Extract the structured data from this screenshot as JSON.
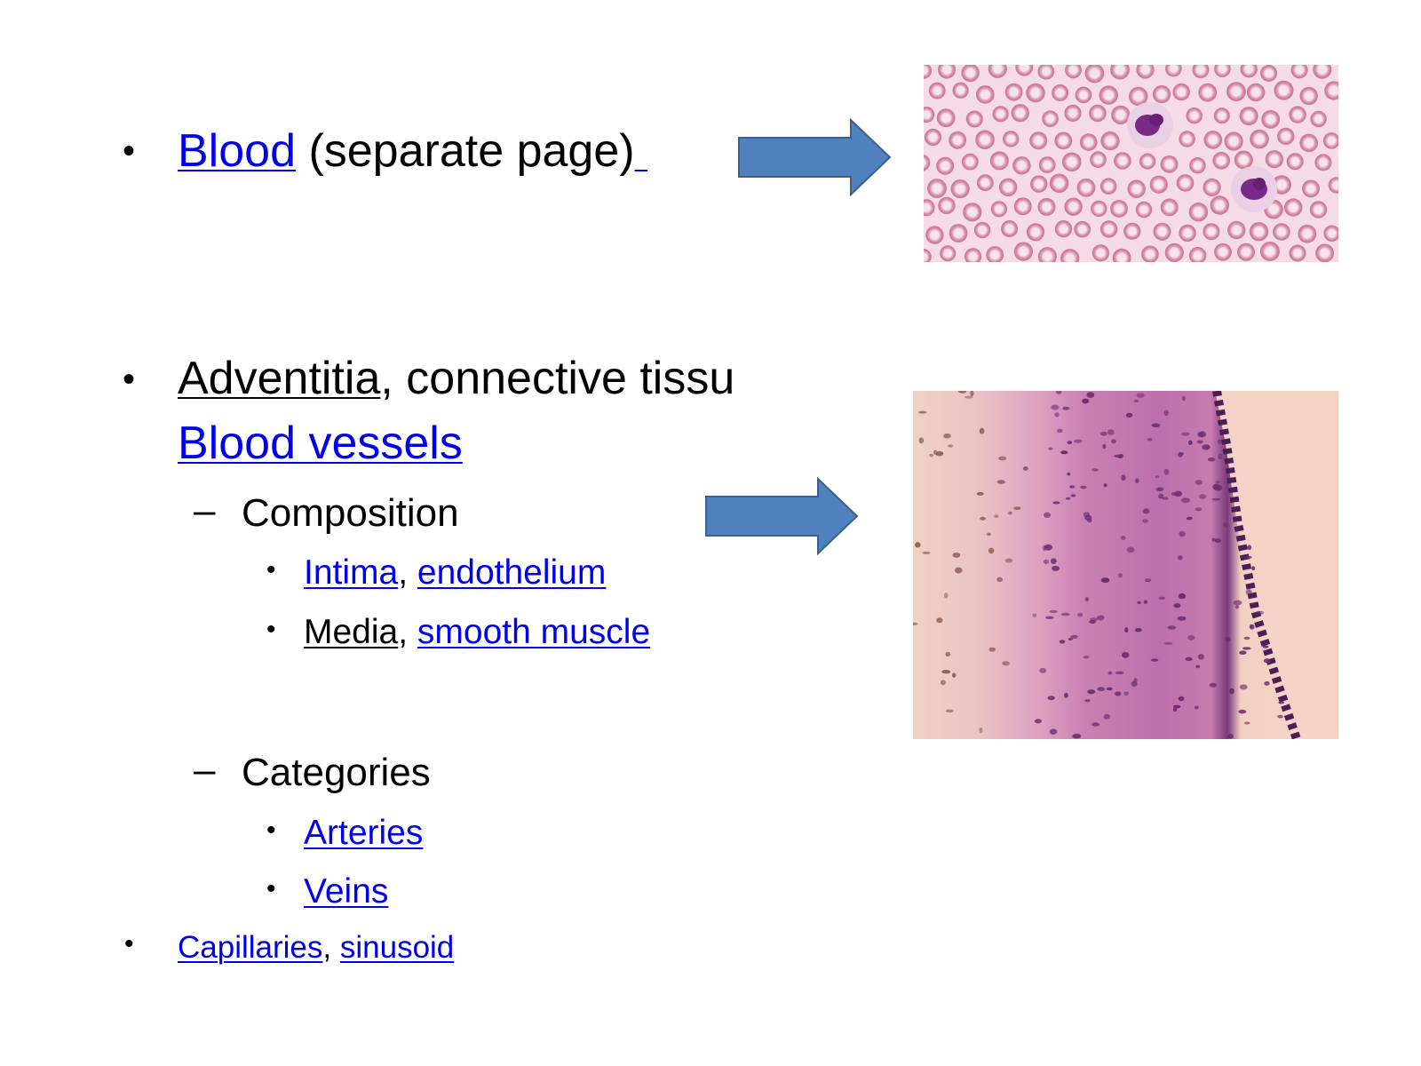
{
  "items": {
    "blood": {
      "link": "Blood",
      "text": " (separate page)"
    },
    "adventitia": {
      "label": "Adventitia",
      "text": ", connective tissu"
    },
    "blood_vessels": {
      "link": "Blood vessels"
    },
    "composition": {
      "heading": "Composition",
      "intima": {
        "link": "Intima",
        "sep": ", ",
        "link2": "endothelium"
      },
      "media": {
        "label": "Media",
        "sep": ", ",
        "link2": "smooth muscle"
      }
    },
    "categories": {
      "heading": "Categories",
      "arteries": "Arteries",
      "veins": "Veins"
    },
    "capillaries": {
      "link": "Capillaries",
      "sep": ", ",
      "link2": "sinusoid"
    }
  },
  "glyphs": {
    "bullet": "•",
    "dash": "–"
  },
  "colors": {
    "link": "#0000ee",
    "arrow_fill": "#4f81bd",
    "arrow_stroke": "#3a6190",
    "rbc": "#d98aa6",
    "wbc": "#7a2a86",
    "smear_bg": "#f4dbe6",
    "tissue_light": "#f1d3c4",
    "tissue_mid": "#d990b8",
    "tissue_dark": "#5a2a60"
  },
  "icons": [
    "right-arrow-icon",
    "right-arrow-icon"
  ],
  "images": [
    "blood-smear-image",
    "vessel-wall-histology-image"
  ]
}
